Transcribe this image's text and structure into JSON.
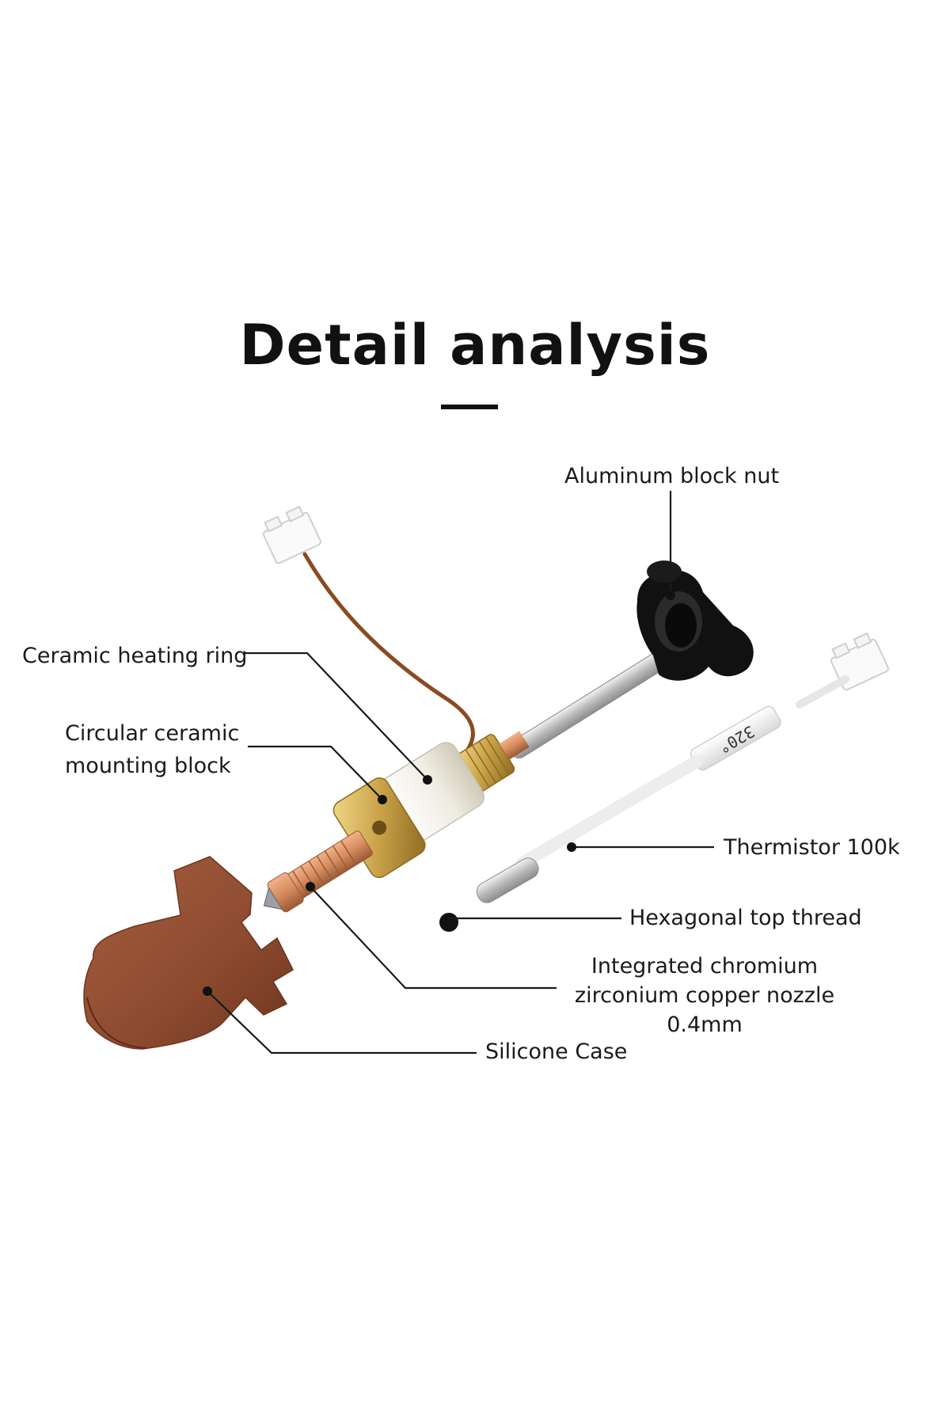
{
  "title": "Detail analysis",
  "colors": {
    "silicone_case": "#8c4a2f",
    "brass": "#c9a248",
    "copper": "#d58b5e",
    "ceramic": "#f0eee6",
    "nut": "#111111",
    "wire": "#8a4a22"
  },
  "labels": {
    "aluminum_block_nut": "Aluminum block nut",
    "ceramic_heating_ring": "Ceramic heating ring",
    "circular_block_line1": "Circular ceramic",
    "circular_block_line2": "mounting block",
    "thermistor": "Thermistor 100k",
    "hexagonal_top_thread": "Hexagonal top thread",
    "nozzle_line1": "Integrated chromium",
    "nozzle_line2": "zirconium copper nozzle",
    "nozzle_line3": "0.4mm",
    "silicone_case": "Silicone Case"
  },
  "thermistor_sleeve_text": "320°"
}
